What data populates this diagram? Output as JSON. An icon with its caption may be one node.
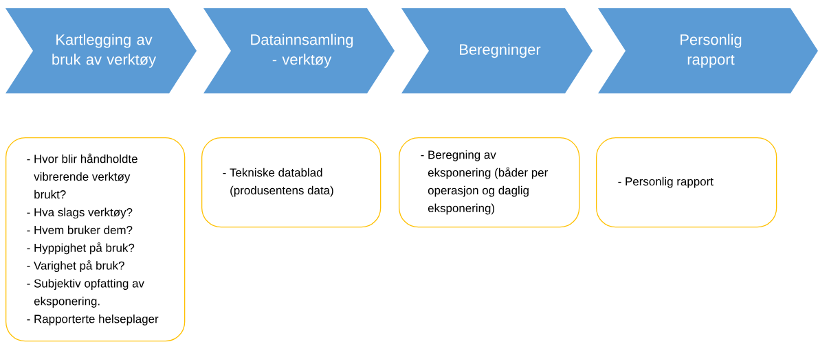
{
  "diagram": {
    "nodes": [
      {
        "text": [
          "Kartlegging av bruk av verktøy"
        ]
      },
      {
        "text": [
          "Datainnsamling - verktøy"
        ]
      },
      {
        "text": [
          "Beregninger"
        ]
      },
      {
        "text": [
          "Personlig rapport"
        ]
      },
      {
        "text": [
          "- Hvor blir håndholdte vibrerende verktøy brukt?",
          "- Hva slags verktøy?",
          "- Hvem bruker dem?",
          "- Hyppighet på bruk?",
          "- Varighet på bruk?",
          "- Subjektiv opfatting av eksponering.",
          "- Rapporterte helseplager"
        ]
      },
      {
        "text": [
          "- Tekniske datablad (produsentens data)"
        ]
      },
      {
        "text": [
          "- Beregning av eksponering (båder per operasjon og daglig eksponering)"
        ]
      },
      {
        "text": [
          "- Personlig rapport"
        ]
      }
    ]
  }
}
